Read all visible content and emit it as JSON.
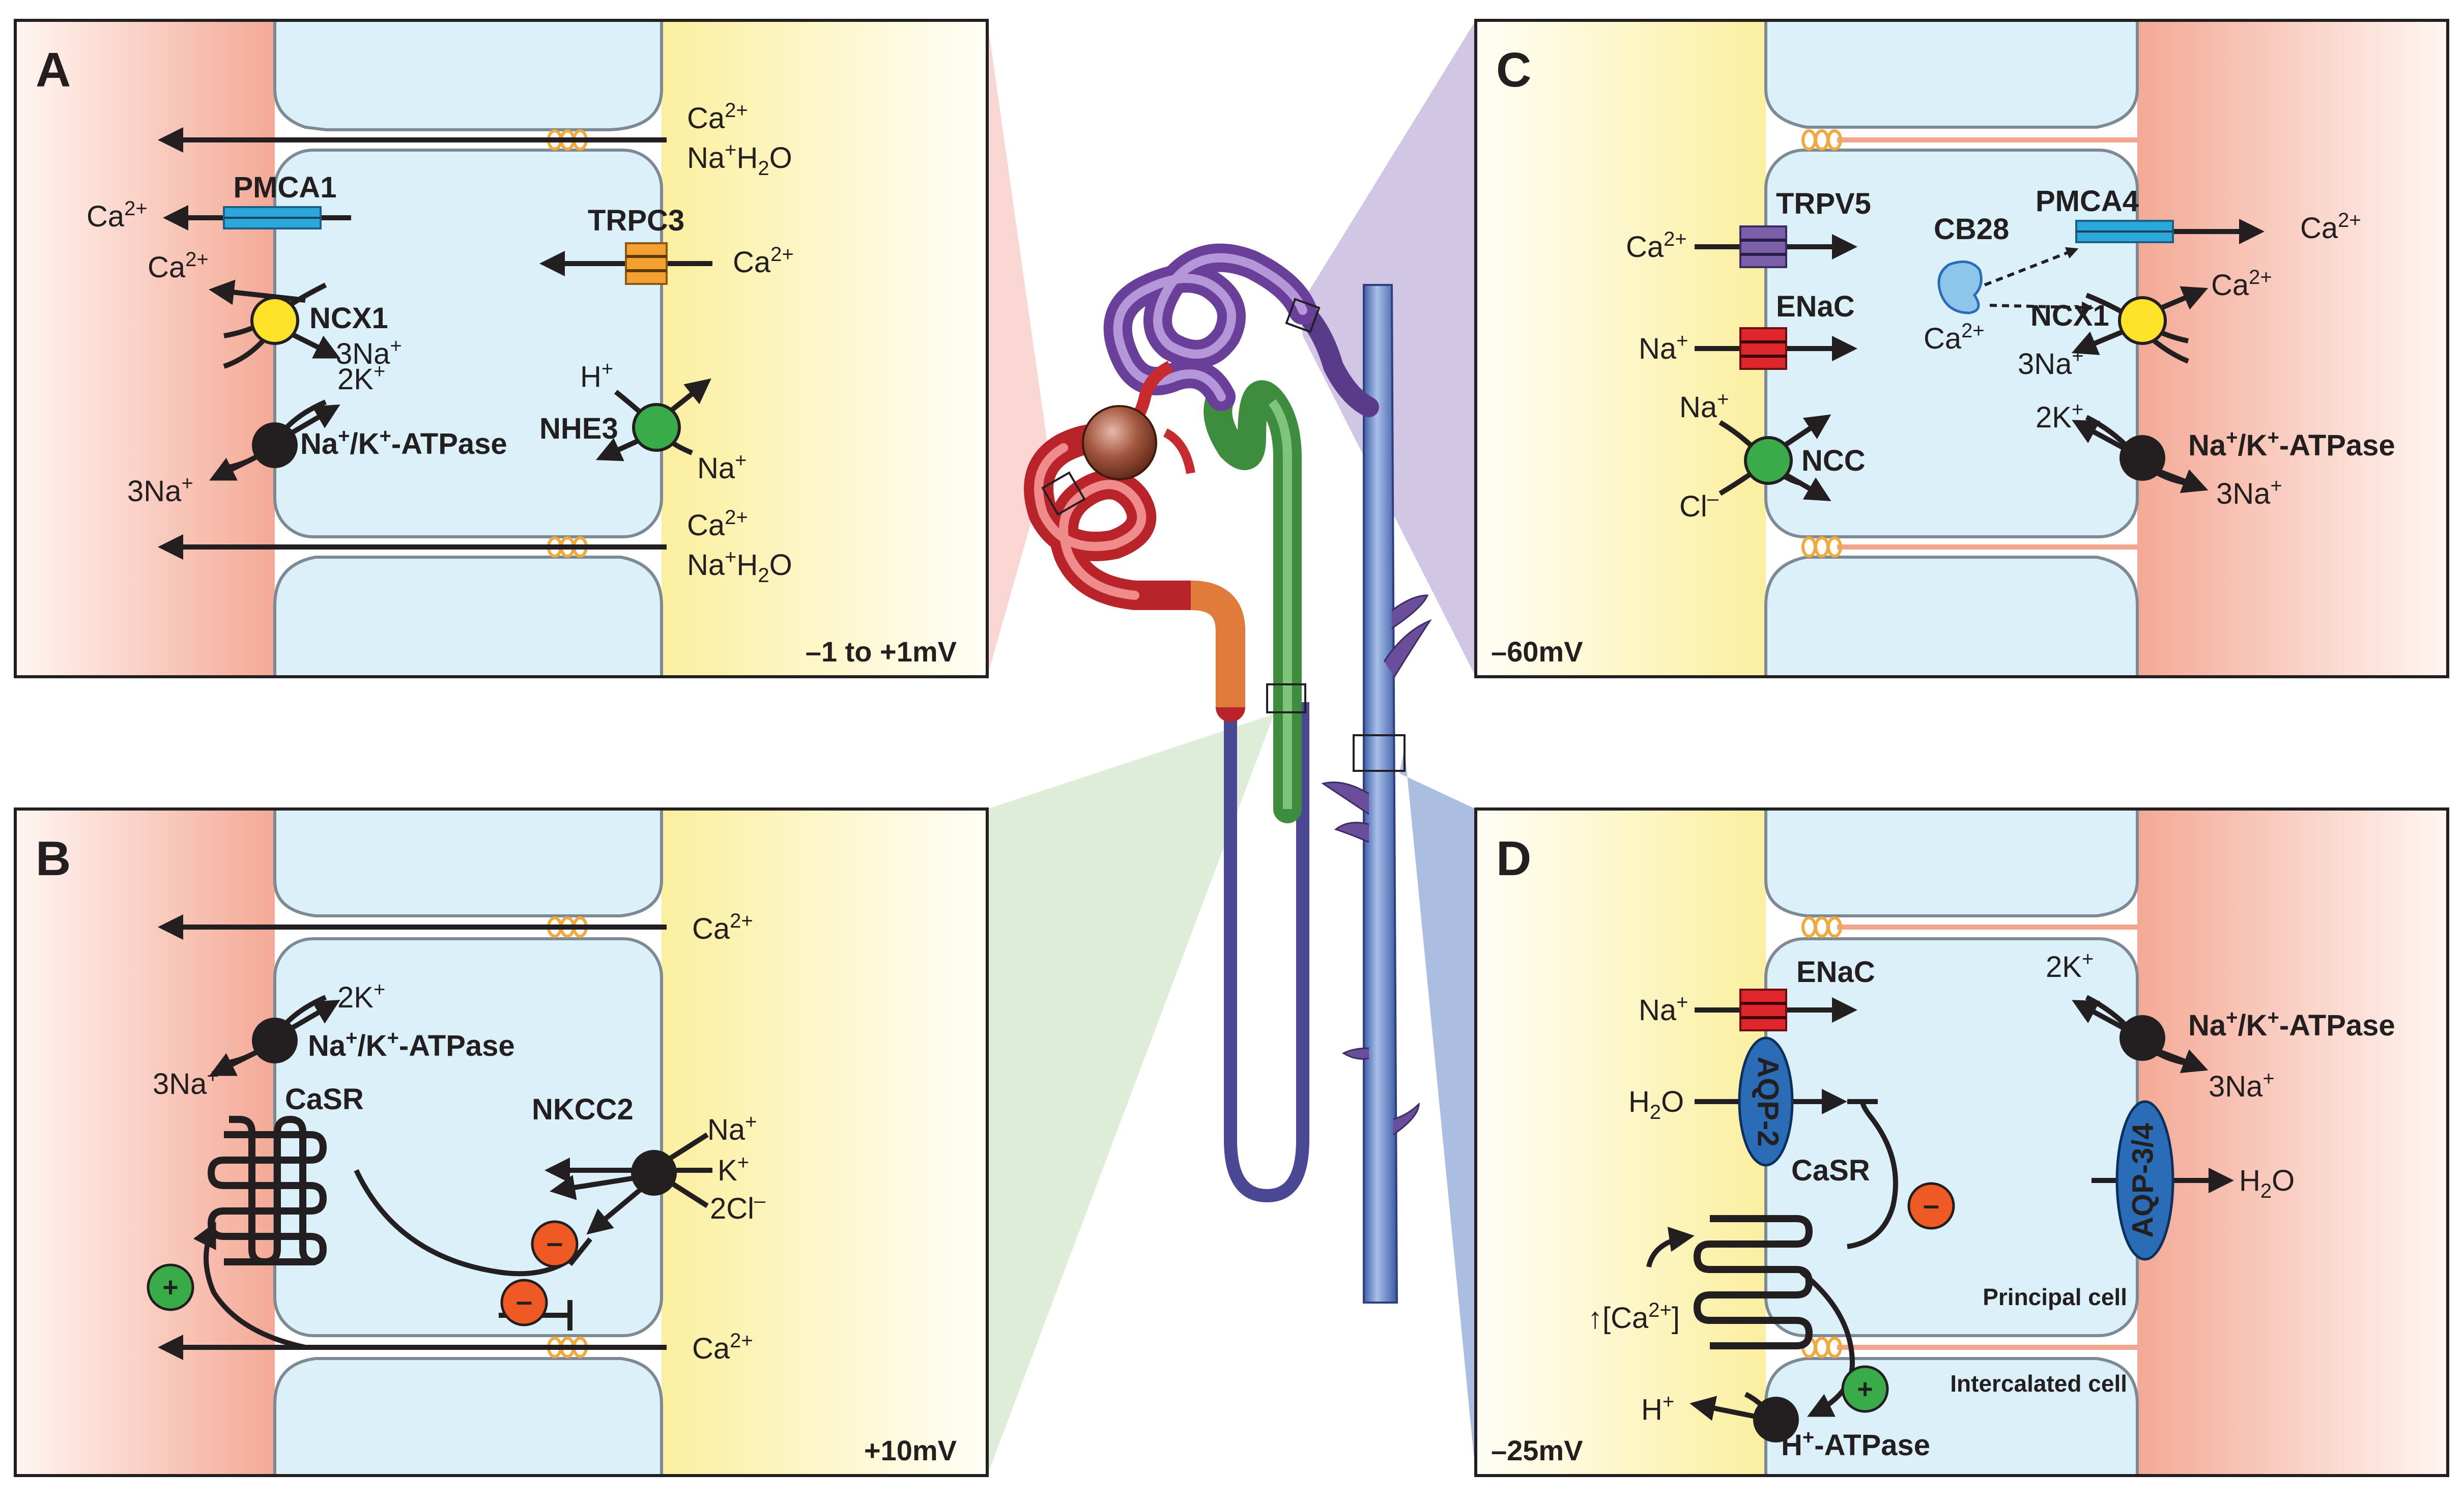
{
  "colors": {
    "cell": "#dcefF8",
    "cell_edge": "#7d8a93",
    "blood_red": "#f4a593",
    "lumen_yellow": "#fbf1a8",
    "arrow": "#231f20",
    "pmca": "#2aa8dc",
    "trpc": "#f5a033",
    "trpv": "#7b5fa8",
    "enac": "#e0262d",
    "ncx_yellow": "#ffe22a",
    "green_ex": "#3aab49",
    "minus_orange": "#ef5a24",
    "aqp_blue": "#2a6cb5",
    "junction": "#f2a93b"
  },
  "panelA": {
    "letter": "A",
    "para_ions": [
      "Ca",
      "Na",
      "H",
      "O"
    ],
    "sup_2plus": "2+",
    "sup_plus": "+",
    "sub_2": "2",
    "pmca1": "PMCA1",
    "trpc3": "TRPC3",
    "ncx1": "NCX1",
    "nhe3": "NHE3",
    "nak_atpase_pre": "Na",
    "nak_atpase_mid": "/K",
    "nak_atpase_post": "-ATPase",
    "ca": "Ca",
    "three_na": "3Na",
    "two_k": "2K",
    "na": "Na",
    "h": "H",
    "voltage": "–1 to +1mV"
  },
  "panelB": {
    "letter": "B",
    "ca": "Ca",
    "sup_2plus": "2+",
    "sup_plus": "+",
    "sup_minus": "–",
    "two_k": "2K",
    "three_na": "3Na",
    "nak_atpase_pre": "Na",
    "nak_atpase_mid": "/K",
    "nak_atpase_post": "-ATPase",
    "casr": "CaSR",
    "nkcc2": "NKCC2",
    "na": "Na",
    "k": "K",
    "two_cl": "2Cl",
    "plus_sign": "+",
    "minus_sign": "–",
    "voltage": "+10mV"
  },
  "panelC": {
    "letter": "C",
    "ca": "Ca",
    "sup_2plus": "2+",
    "sup_plus": "+",
    "sup_minus": "–",
    "trpv5": "TRPV5",
    "enac": "ENaC",
    "cb28": "CB28",
    "pmca4": "PMCA4",
    "ncx1": "NCX1",
    "na": "Na",
    "cl": "Cl",
    "ncc": "NCC",
    "three_na": "3Na",
    "two_k": "2K",
    "nak_atpase_pre": "Na",
    "nak_atpase_mid": "/K",
    "nak_atpase_post": "-ATPase",
    "voltage": "–60mV"
  },
  "panelD": {
    "letter": "D",
    "na": "Na",
    "sup_plus": "+",
    "sup_2plus": "2+",
    "enac": "ENaC",
    "two_k": "2K",
    "three_na": "3Na",
    "nak_atpase_pre": "Na",
    "nak_atpase_mid": "/K",
    "nak_atpase_post": "-ATPase",
    "h2o_h": "H",
    "sub_2": "2",
    "h2o_o": "O",
    "aqp2": "AQP-2",
    "aqp34": "AQP-3/4",
    "casr": "CaSR",
    "up_ca_pre": "↑[Ca",
    "up_ca_post": "]",
    "principal": "Principal cell",
    "intercalated": "Intercalated cell",
    "h": "H",
    "h_atpase_pre": "H",
    "h_atpase_post": "-ATPase",
    "plus_sign": "+",
    "minus_sign": "–",
    "voltage": "–25mV"
  }
}
